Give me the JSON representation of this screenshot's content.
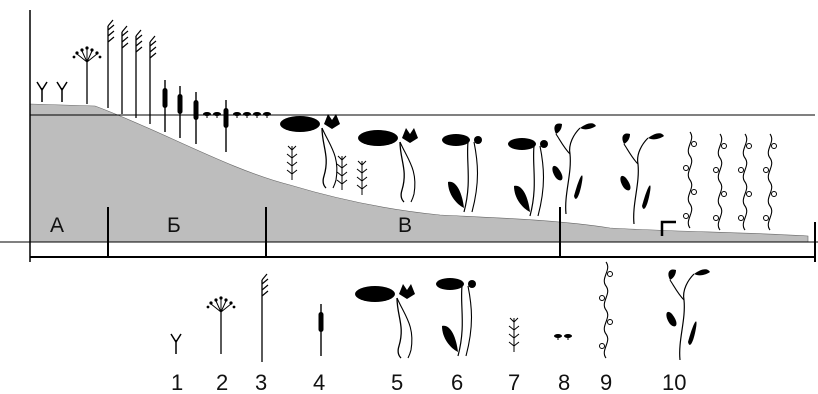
{
  "zones": [
    {
      "id": "A",
      "label": "А"
    },
    {
      "id": "B",
      "label": "Б"
    },
    {
      "id": "V",
      "label": "В"
    }
  ],
  "legend": [
    {
      "number": "1",
      "icon": "small-fork-plant-icon"
    },
    {
      "number": "2",
      "icon": "umbel-plant-icon"
    },
    {
      "number": "3",
      "icon": "reed-icon"
    },
    {
      "number": "4",
      "icon": "cattail-icon"
    },
    {
      "number": "5",
      "icon": "water-lily-icon"
    },
    {
      "number": "6",
      "icon": "pond-lily-icon"
    },
    {
      "number": "7",
      "icon": "submerged-plant-icon"
    },
    {
      "number": "8",
      "icon": "floating-plant-icon"
    },
    {
      "number": "9",
      "icon": "pondweed-icon"
    },
    {
      "number": "10",
      "icon": "tall-submerged-plant-icon"
    }
  ],
  "colors": {
    "bank": "#bdbdbd",
    "ink": "#000000",
    "background": "#ffffff"
  }
}
